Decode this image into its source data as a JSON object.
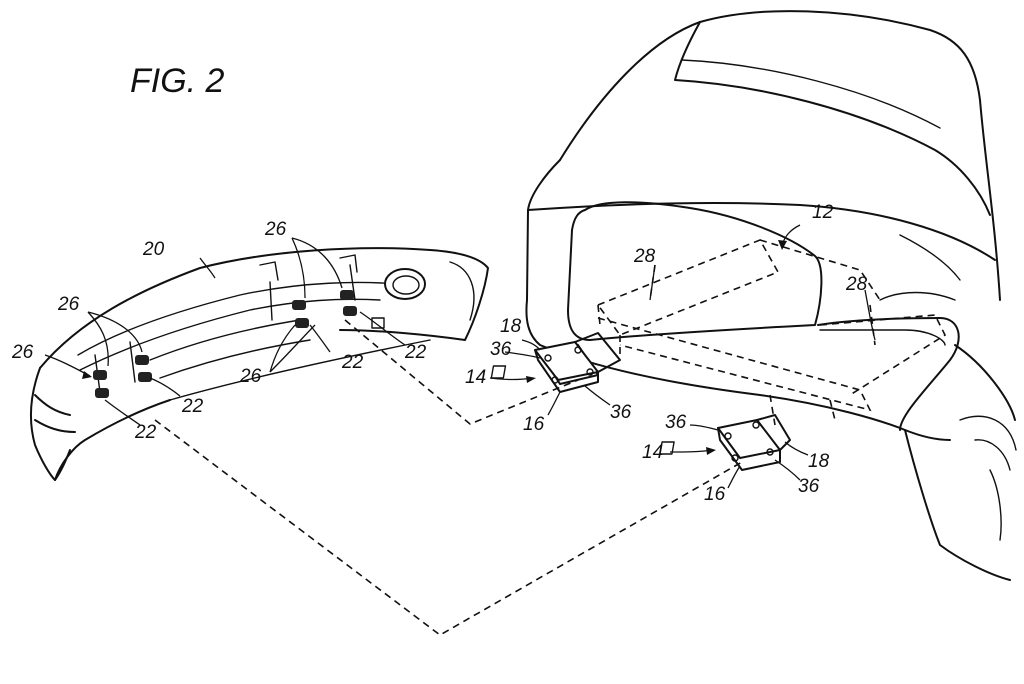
{
  "figure": {
    "title": "FIG. 2"
  },
  "labels": {
    "vehicle": "12",
    "mount_a": "14",
    "plate_a": "16",
    "bracket_a": "18",
    "bumper": "20",
    "fastener": "22",
    "clip": "26",
    "rail": "28",
    "hole": "36"
  }
}
